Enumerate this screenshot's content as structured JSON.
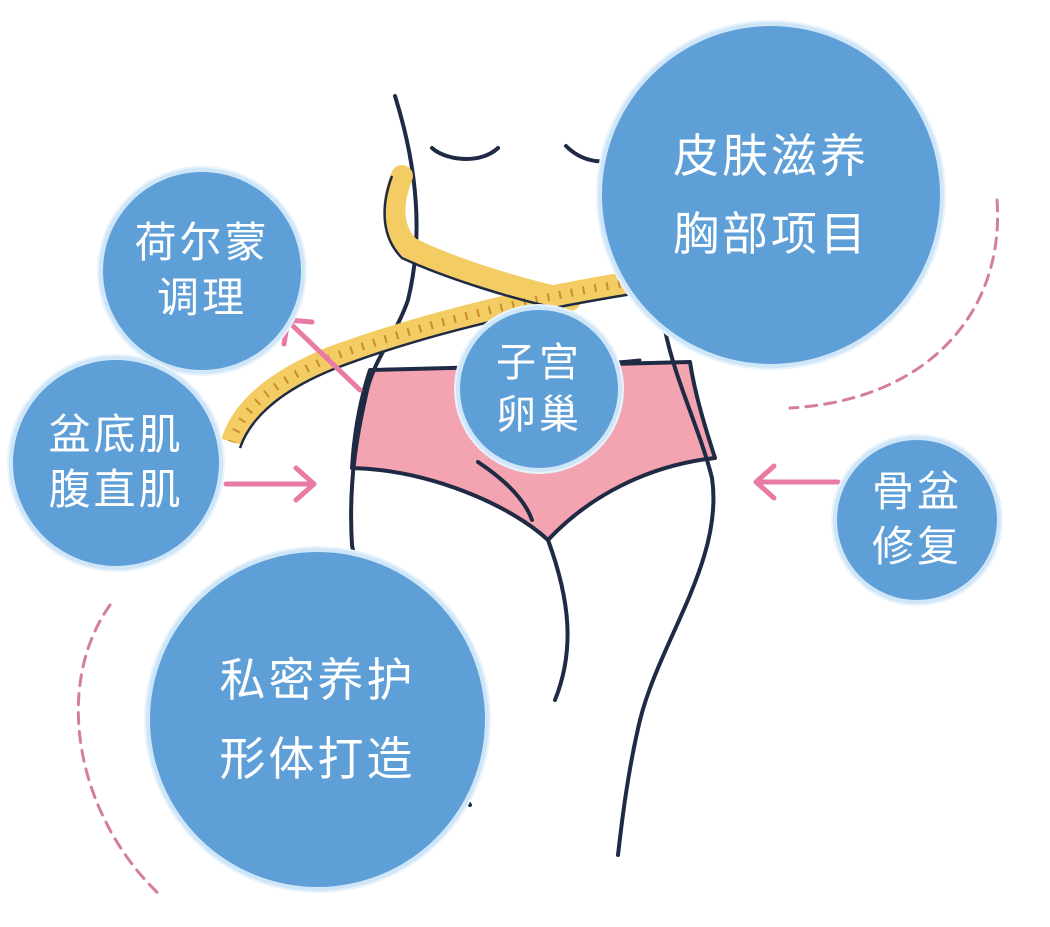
{
  "bubbles": {
    "skin_chest": {
      "line1": "皮肤滋养",
      "line2": "胸部项目"
    },
    "hormone": {
      "line1": "荷尔蒙",
      "line2": "调理"
    },
    "uterus": {
      "line1": "子宫",
      "line2": "卵巢"
    },
    "pelvic_floor": {
      "line1": "盆底肌",
      "line2": "腹直肌"
    },
    "pelvis": {
      "line1": "骨盆",
      "line2": "修复"
    },
    "private_care": {
      "line1": "私密养护",
      "line2": "形体打造"
    }
  },
  "colors": {
    "bubble": "#5f9fd8",
    "bubble_ring": "#cfe6f8",
    "outline": "#1f2a44",
    "tape": "#f3cd63",
    "underwear": "#f4a4b0",
    "arrow": "#e97aa4",
    "dashes": "#d47f9a"
  }
}
